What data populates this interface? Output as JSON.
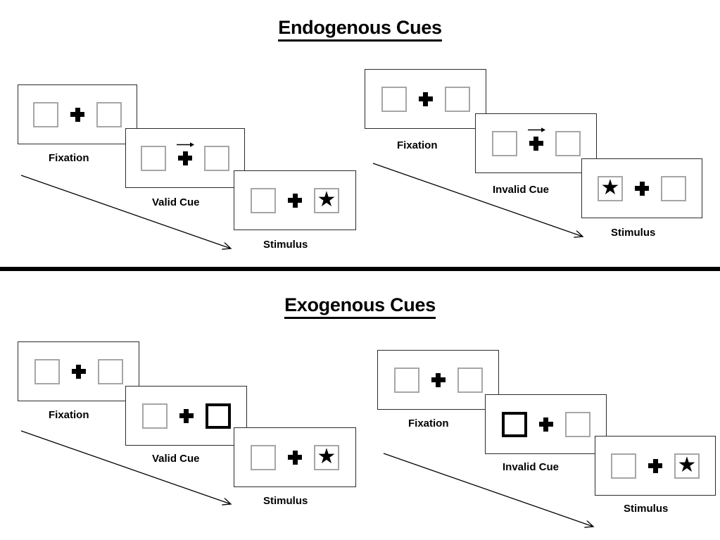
{
  "figure": {
    "kind": "posner-cueing-paradigm-diagram",
    "background_color": "#ffffff",
    "outline_color": "#2b2b2b",
    "box_outline_color": "#a6a6a6",
    "cued_box_color": "#000000"
  },
  "sections": [
    {
      "id": "endogenous",
      "title": "Endogenous Cues",
      "sequences": [
        {
          "id": "endogenous-valid",
          "panels": [
            {
              "stage_label": "Fixation",
              "left_box": {
                "cued": false,
                "content": ""
              },
              "right_box": {
                "cued": false,
                "content": ""
              },
              "center": "plus",
              "arrow_cue": "none"
            },
            {
              "stage_label": "Valid Cue",
              "left_box": {
                "cued": false,
                "content": ""
              },
              "right_box": {
                "cued": false,
                "content": ""
              },
              "center": "plus",
              "arrow_cue": "right"
            },
            {
              "stage_label": "Stimulus",
              "left_box": {
                "cued": false,
                "content": ""
              },
              "right_box": {
                "cued": false,
                "content": "★"
              },
              "center": "plus",
              "arrow_cue": "none"
            }
          ]
        },
        {
          "id": "endogenous-invalid",
          "panels": [
            {
              "stage_label": "Fixation",
              "left_box": {
                "cued": false,
                "content": ""
              },
              "right_box": {
                "cued": false,
                "content": ""
              },
              "center": "plus",
              "arrow_cue": "none"
            },
            {
              "stage_label": "Invalid Cue",
              "left_box": {
                "cued": false,
                "content": ""
              },
              "right_box": {
                "cued": false,
                "content": ""
              },
              "center": "plus",
              "arrow_cue": "right"
            },
            {
              "stage_label": "Stimulus",
              "left_box": {
                "cued": false,
                "content": "★"
              },
              "right_box": {
                "cued": false,
                "content": ""
              },
              "center": "plus",
              "arrow_cue": "none"
            }
          ]
        }
      ]
    },
    {
      "id": "exogenous",
      "title": "Exogenous Cues",
      "sequences": [
        {
          "id": "exogenous-valid",
          "panels": [
            {
              "stage_label": "Fixation",
              "left_box": {
                "cued": false,
                "content": ""
              },
              "right_box": {
                "cued": false,
                "content": ""
              },
              "center": "plus",
              "arrow_cue": "none"
            },
            {
              "stage_label": "Valid Cue",
              "left_box": {
                "cued": false,
                "content": ""
              },
              "right_box": {
                "cued": true,
                "content": ""
              },
              "center": "plus",
              "arrow_cue": "none"
            },
            {
              "stage_label": "Stimulus",
              "left_box": {
                "cued": false,
                "content": ""
              },
              "right_box": {
                "cued": false,
                "content": "★"
              },
              "center": "plus",
              "arrow_cue": "none"
            }
          ]
        },
        {
          "id": "exogenous-invalid",
          "panels": [
            {
              "stage_label": "Fixation",
              "left_box": {
                "cued": false,
                "content": ""
              },
              "right_box": {
                "cued": false,
                "content": ""
              },
              "center": "plus",
              "arrow_cue": "none"
            },
            {
              "stage_label": "Invalid Cue",
              "left_box": {
                "cued": true,
                "content": ""
              },
              "right_box": {
                "cued": false,
                "content": ""
              },
              "center": "plus",
              "arrow_cue": "none"
            },
            {
              "stage_label": "Stimulus",
              "left_box": {
                "cued": false,
                "content": ""
              },
              "right_box": {
                "cued": false,
                "content": "★"
              },
              "center": "plus",
              "arrow_cue": "none"
            }
          ]
        }
      ]
    }
  ],
  "labels": {
    "title_endogenous": "Endogenous Cues",
    "title_exogenous": "Exogenous Cues",
    "fixation": "Fixation",
    "valid_cue": "Valid Cue",
    "invalid_cue": "Invalid Cue",
    "stimulus": "Stimulus",
    "star_glyph": "★"
  },
  "time_arrows": [
    {
      "id": "time-arrow-endogenous-valid",
      "note": "time progression"
    },
    {
      "id": "time-arrow-endogenous-invalid",
      "note": "time progression"
    },
    {
      "id": "time-arrow-exogenous-valid",
      "note": "time progression"
    },
    {
      "id": "time-arrow-exogenous-invalid",
      "note": "time progression"
    }
  ]
}
